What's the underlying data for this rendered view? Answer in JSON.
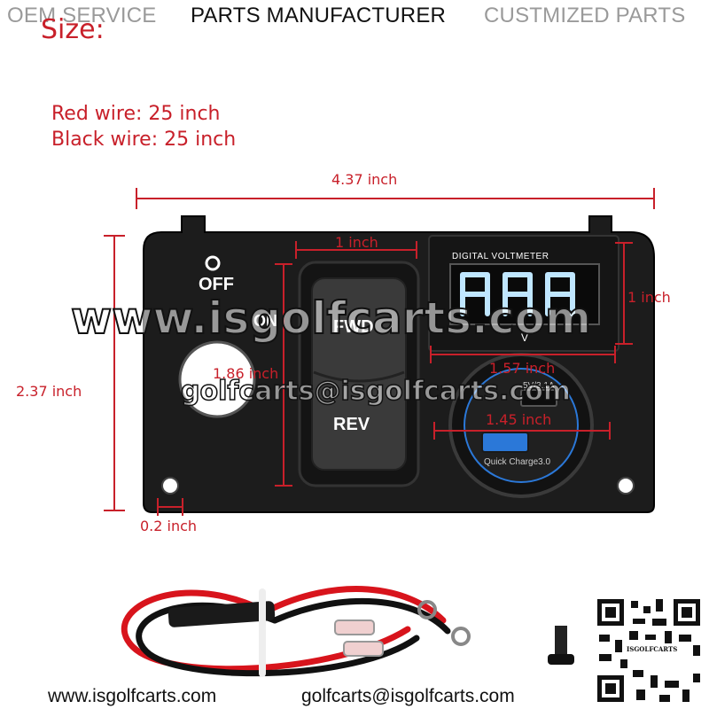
{
  "header": {
    "left": "OEM SERVICE",
    "center": "PARTS MANUFACTURER",
    "right": "CUSTMIZED PARTS"
  },
  "title": "Size:",
  "wires": {
    "red": "Red wire: 25 inch",
    "black": "Black wire: 25 inch"
  },
  "dimensions": {
    "width": "4.37 inch",
    "height": "2.37 inch",
    "switch_width": "1 inch",
    "switch_height": "1.86 inch",
    "voltmeter_height": "1 inch",
    "voltmeter_width": "1.57 inch",
    "usb_width": "1.45 inch",
    "edge": "0.2 inch"
  },
  "panel": {
    "off_label": "OFF",
    "on_label": "ON",
    "fwd_label": "FWD",
    "rev_label": "REV",
    "voltmeter_label": "DIGITAL VOLTMETER",
    "voltmeter_unit": "V",
    "usb_rating": "5V/3.1A",
    "usb_label": "Quick Charge3.0"
  },
  "watermark": {
    "site": "www.isgolfcarts.com",
    "email": "golfcarts@isgolfcarts.com"
  },
  "footer": {
    "site": "www.isgolfcarts.com",
    "email": "golfcarts@isgolfcarts.com",
    "qr_caption": "ISGOLFCARTS"
  },
  "colors": {
    "dimension_red": "#c8202a",
    "panel_black": "#1a1a1a",
    "display_cyan": "#bfe6ff",
    "usb_blue": "#2b78d8",
    "wire_red": "#d8141c"
  }
}
